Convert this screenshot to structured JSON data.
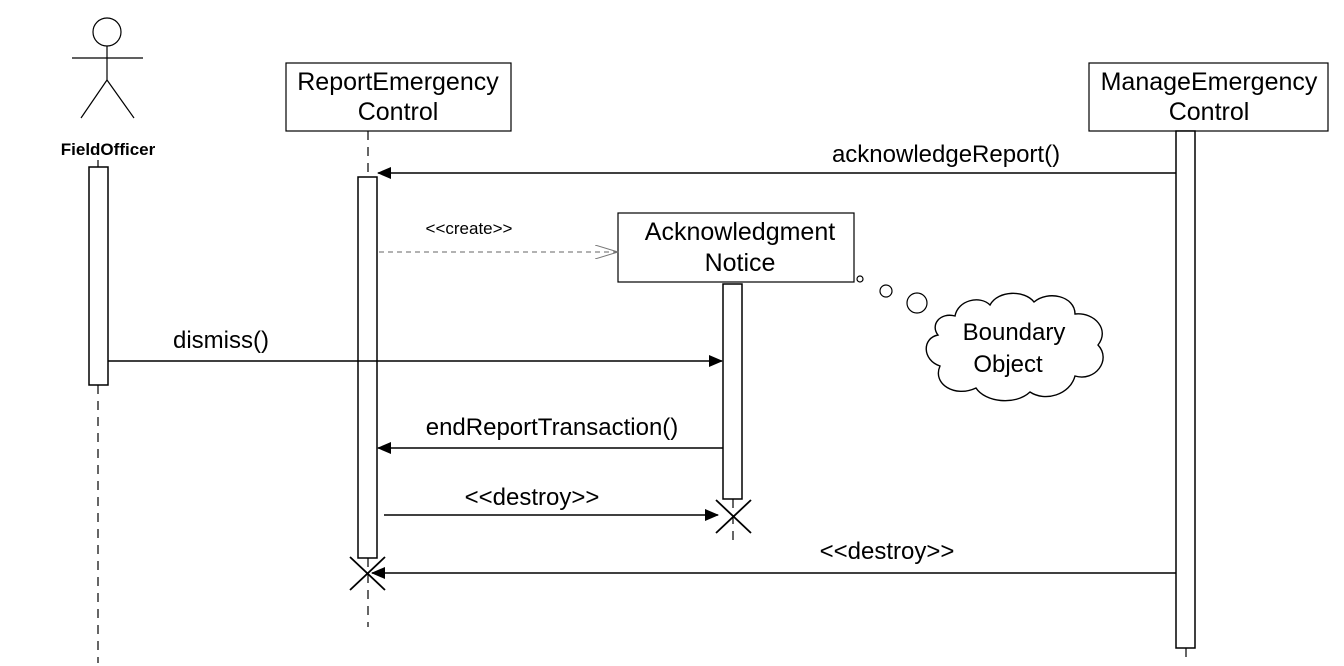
{
  "actor": {
    "name": "FieldOfficer"
  },
  "objects": {
    "report_emergency_control": {
      "line1": "ReportEmergency",
      "line2": "Control"
    },
    "manage_emergency_control": {
      "line1": "ManageEmergency",
      "line2": "Control"
    },
    "acknowledgment_notice": {
      "line1": "Acknowledgment",
      "line2": "Notice"
    }
  },
  "messages": {
    "acknowledge_report": "acknowledgeReport()",
    "create": "<<create>>",
    "dismiss": "dismiss()",
    "end_report_transaction": "endReportTransaction()",
    "destroy_notice": "<<destroy>>",
    "destroy_report_control": "<<destroy>>"
  },
  "note": {
    "line1": "Boundary",
    "line2": "Object"
  }
}
